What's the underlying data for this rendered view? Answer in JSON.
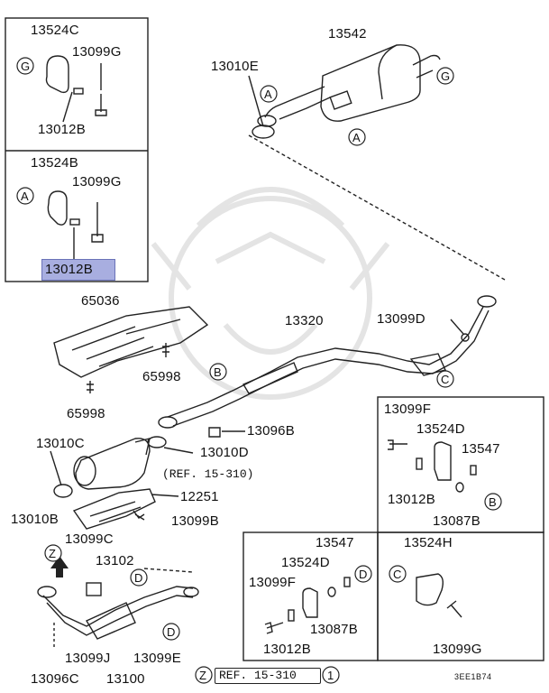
{
  "parts": {
    "p13524C": "13524C",
    "p13099G_top": "13099G",
    "p13012B_top": "13012B",
    "p13524B": "13524B",
    "p13099G_mid": "13099G",
    "p13012B_hl": "13012B",
    "p13542": "13542",
    "p13010E": "13010E",
    "p65036": "65036",
    "p65998_a": "65998",
    "p65998_b": "65998",
    "p13320": "13320",
    "p13099D": "13099D",
    "p13096B": "13096B",
    "p13010D": "13010D",
    "p13010C": "13010C",
    "p12251": "12251",
    "p13099B": "13099B",
    "p13010B": "13010B",
    "p13099C": "13099C",
    "p13102": "13102",
    "p13099J": "13099J",
    "p13099E": "13099E",
    "p13096C": "13096C",
    "p13100": "13100",
    "p13099F_r": "13099F",
    "p13524D_r": "13524D",
    "p13547_r": "13547",
    "p13012B_r": "13012B",
    "p13087B_r": "13087B",
    "p13547_m": "13547",
    "p13524D_m": "13524D",
    "p13099F_m": "13099F",
    "p13087B_m": "13087B",
    "p13012B_m": "13012B",
    "p13524H": "13524H",
    "p13099G_r": "13099G"
  },
  "refs": {
    "ref_mid": "(REF. 15-310)",
    "ref_bottom": "REF. 15-310"
  },
  "callouts": {
    "A": "A",
    "B": "B",
    "C": "C",
    "D": "D",
    "G": "G",
    "Z": "Z",
    "one": "1"
  },
  "diagram_code": "3EE1B74",
  "colors": {
    "highlight": "#a8aee0",
    "line": "#222222",
    "watermark": "#e6e6e6"
  }
}
